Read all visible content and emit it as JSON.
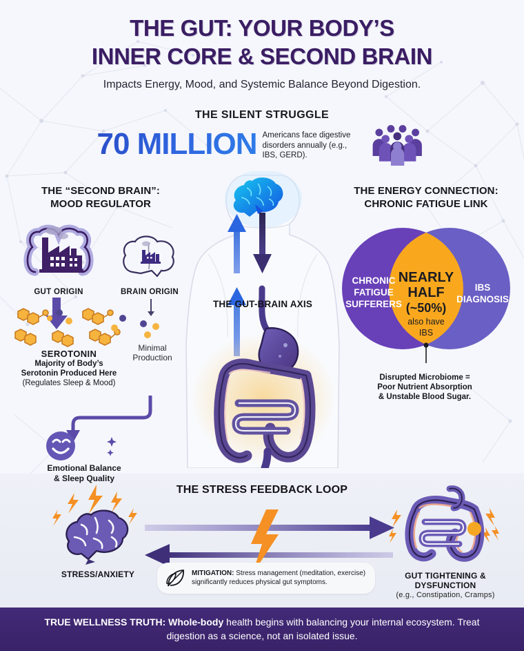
{
  "header": {
    "title_line1": "THE GUT: YOUR BODY’S",
    "title_line2": "INNER CORE & SECOND BRAIN",
    "subtitle": "Impacts Energy, Mood, and Systemic Balance Beyond Digestion."
  },
  "stat": {
    "kicker": "THE SILENT STRUGGLE",
    "number": "70 MILLION",
    "description": "Americans face digestive disorders annually (e.g., IBS, GERD).",
    "icon": "crowd-of-people-icon"
  },
  "left_panel": {
    "heading_line1": "THE “SECOND BRAIN”:",
    "heading_line2": "MOOD REGULATOR",
    "gut_origin_label": "GUT ORIGIN",
    "gut_origin_icon": "intestine-factory-icon",
    "brain_origin_label": "BRAIN ORIGIN",
    "brain_origin_icon": "brain-factory-icon",
    "serotonin_title": "SEROTONIN",
    "serotonin_sub_line1": "Majority of Body’s",
    "serotonin_sub_line2": "Serotonin Produced Here",
    "serotonin_note": "(Regulates Sleep & Mood)",
    "serotonin_icon": "serotonin-molecules-icon",
    "minimal_line1": "Minimal",
    "minimal_line2": "Production",
    "outcome_line1": "Emotional Balance",
    "outcome_line2": "& Sleep Quality",
    "outcome_icons": [
      "smiley-face-icon",
      "crescent-moon-icon"
    ]
  },
  "center_panel": {
    "axis_label": "THE GUT-BRAIN AXIS",
    "brain_icon": "blue-brain-icon",
    "body_icon": "human-body-silhouette-icon",
    "stomach_icon": "stomach-icon",
    "intestines_icon": "intestines-icon",
    "arrow_up_icon": "arrow-up-icon",
    "arrow_down_icon": "arrow-down-icon"
  },
  "right_panel": {
    "heading_line1": "THE ENERGY CONNECTION:",
    "heading_line2": "CHRONIC FATIGUE LINK",
    "venn": {
      "left_label_line1": "CHRONIC",
      "left_label_line2": "FATIGUE",
      "left_label_line3": "SUFFERERS",
      "right_label_line1": "IBS",
      "right_label_line2": "DIAGNOSIS",
      "center_line1": "NEARLY",
      "center_line2": "HALF",
      "center_line3": "(~50%)",
      "center_line4": "also have",
      "center_line5": "IBS",
      "left_color": "#6840b8",
      "right_color": "#6a5fc4",
      "overlap_color": "#f9a81e",
      "overlap_percent": 50
    },
    "caption_line1": "Disrupted Microbiome =",
    "caption_line2": "Poor Nutrient Absorption",
    "caption_line3": "& Unstable Blood Sugar."
  },
  "stress_loop": {
    "title": "THE STRESS FEEDBACK LOOP",
    "left_label": "STRESS/ANXIETY",
    "left_icon": "stressed-brain-icon",
    "right_label_line1": "GUT TIGHTENING &",
    "right_label_line2": "DYSFUNCTION",
    "right_label_sub": "(e.g., Constipation, Cramps)",
    "right_icon": "inflamed-intestine-icon",
    "bolt_icon": "lightning-bolt-icon",
    "arrow_right_icon": "arrow-right-icon",
    "arrow_left_icon": "arrow-left-icon",
    "mitigation_icon": "leaf-icon",
    "mitigation_label": "MITIGATION:",
    "mitigation_text": " Stress management (meditation, exercise) significantly reduces physical gut symptoms."
  },
  "footer": {
    "strong": "TRUE WELLNESS TRUTH: Whole-body",
    "rest": " health begins with balancing your internal ecosystem. Treat digestion as a science, not an isolated issue.",
    "background_color": "#3e2770"
  },
  "palette": {
    "deep_purple": "#3a1d63",
    "mid_purple": "#5b4aa8",
    "light_purple": "#b0abe0",
    "accent_blue": "#2f63dd",
    "accent_orange": "#f59024",
    "amber": "#f9a81e",
    "page_bg": "#f5f7fc"
  }
}
